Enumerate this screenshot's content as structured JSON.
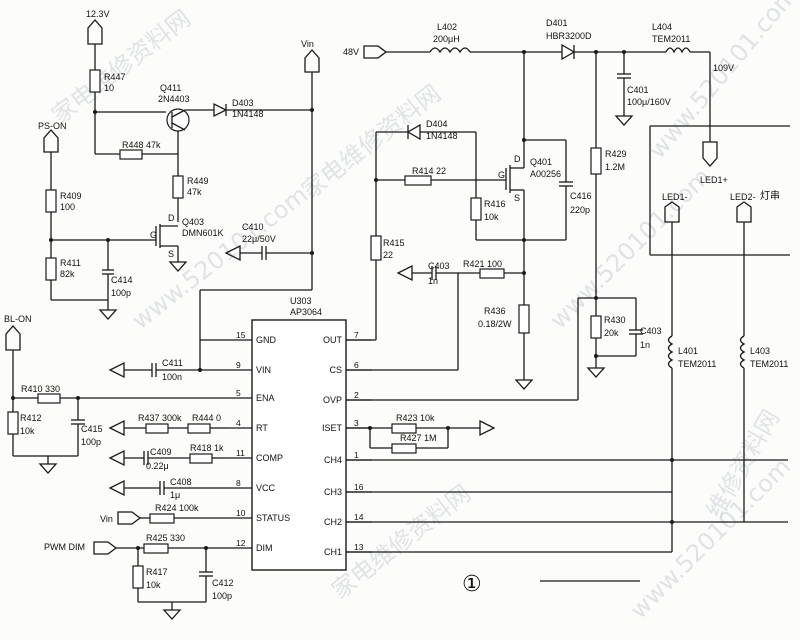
{
  "watermark": [
    "家电维修资料网",
    "www.520101.com",
    "家电维修资料网",
    "www.520101.com",
    "维修资料网"
  ],
  "rails": {
    "v12": "12.3V",
    "vin": "Vin",
    "v48": "48V",
    "v109": "109V"
  },
  "signals": {
    "ps_on": "PS-ON",
    "bl_on": "BL-ON",
    "pwm_dim": "PWM DIM",
    "led1p": "LED1+",
    "led1n": "LED1-",
    "led2n": "LED2-",
    "lamp": "灯串",
    "vin_status": "Vin"
  },
  "components": {
    "R447": [
      "R447",
      "10"
    ],
    "Q411": [
      "Q411",
      "2N4403"
    ],
    "D403": [
      "D403",
      "1N4148"
    ],
    "R448": [
      "R448",
      "47k"
    ],
    "R449": [
      "R449",
      "47k"
    ],
    "R409": [
      "R409",
      "100"
    ],
    "Q403": [
      "Q403",
      "DMN601K"
    ],
    "R411": [
      "R411",
      "82k"
    ],
    "C414": [
      "C414",
      "100p"
    ],
    "C410": [
      "C410",
      "22μ/50V"
    ],
    "L402": [
      "L402",
      "200μH"
    ],
    "D401": [
      "D401",
      "HBR3200D"
    ],
    "L404": [
      "L404",
      "TEM2011"
    ],
    "C401": [
      "C401",
      "100μ/160V"
    ],
    "D404": [
      "D404",
      "1N4148"
    ],
    "Q401": [
      "Q401",
      "A00256"
    ],
    "R414": [
      "R414",
      "22"
    ],
    "R416": [
      "R416",
      "10k"
    ],
    "C416": [
      "C416",
      "220p"
    ],
    "R429": [
      "R429",
      "1.2M"
    ],
    "R415": [
      "R415",
      "22"
    ],
    "C403": [
      "C403",
      "1n"
    ],
    "R421": [
      "R421",
      "100"
    ],
    "R436": [
      "R436",
      "0.18/2W"
    ],
    "R430": [
      "R430",
      "20k"
    ],
    "C403b": [
      "C403",
      "1n"
    ],
    "L401": [
      "L401",
      "TEM2011"
    ],
    "L403": [
      "L403",
      "TEM2011"
    ],
    "C411": [
      "C411",
      "100n"
    ],
    "R410": [
      "R410",
      "330"
    ],
    "R412": [
      "R412",
      "10k"
    ],
    "C415": [
      "C415",
      "100p"
    ],
    "R437": [
      "R437",
      "300k"
    ],
    "R444": [
      "R444",
      "0"
    ],
    "R418": [
      "R418",
      "1k"
    ],
    "C409": [
      "C409",
      "0.22μ"
    ],
    "C408": [
      "C408",
      "1μ"
    ],
    "R424": [
      "R424",
      "100k"
    ],
    "R425": [
      "R425",
      "330"
    ],
    "R417": [
      "R417",
      "10k"
    ],
    "C412": [
      "C412",
      "100p"
    ],
    "R423": [
      "R423",
      "10k"
    ],
    "R427": [
      "R427",
      "1M"
    ]
  },
  "ic": {
    "ref": "U303",
    "part": "AP3064",
    "left_pins": [
      {
        "num": "15",
        "name": "GND"
      },
      {
        "num": "9",
        "name": "VIN"
      },
      {
        "num": "5",
        "name": "ENA"
      },
      {
        "num": "4",
        "name": "RT"
      },
      {
        "num": "11",
        "name": "COMP"
      },
      {
        "num": "8",
        "name": "VCC"
      },
      {
        "num": "10",
        "name": "STATUS"
      },
      {
        "num": "12",
        "name": "DIM"
      }
    ],
    "right_pins": [
      {
        "num": "7",
        "name": "OUT"
      },
      {
        "num": "6",
        "name": "CS"
      },
      {
        "num": "2",
        "name": "OVP"
      },
      {
        "num": "3",
        "name": "ISET"
      },
      {
        "num": "1",
        "name": "CH4"
      },
      {
        "num": "16",
        "name": "CH3"
      },
      {
        "num": "14",
        "name": "CH2"
      },
      {
        "num": "13",
        "name": "CH1"
      }
    ]
  },
  "figure_label": "①"
}
